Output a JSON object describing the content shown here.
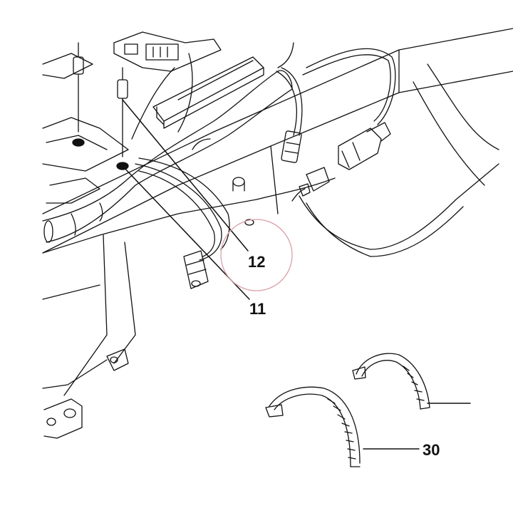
{
  "diagram": {
    "callouts": [
      {
        "id": "12",
        "label": "12"
      },
      {
        "id": "11",
        "label": "11"
      },
      {
        "id": "30",
        "label": "30"
      }
    ],
    "colors": {
      "line": "#111111",
      "highlight_circle": "#d9a0a8",
      "background": "#ffffff"
    }
  }
}
